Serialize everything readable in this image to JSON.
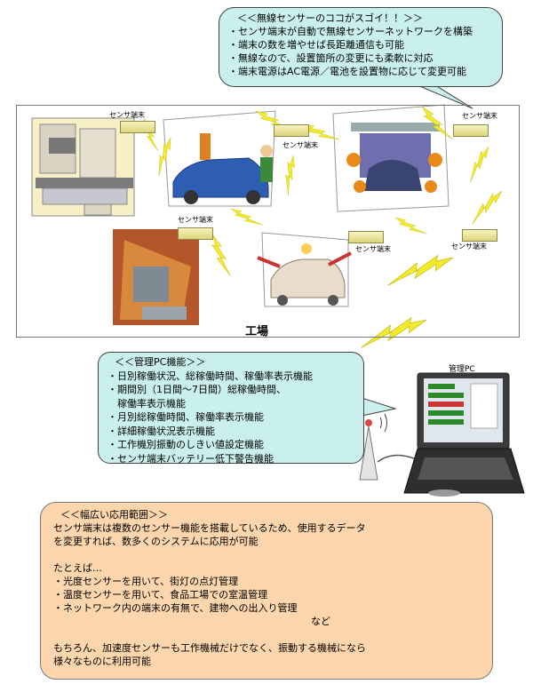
{
  "wireless_callout": {
    "title": "＜＜無線センサーのココがスゴイ！！＞＞",
    "items": [
      "・センサ端末が自動で無線センサーネットワークを構築",
      "・端末の数を増やせば長距離通信も可能",
      "・無線なので、設置箇所の変更にも柔軟に対応",
      "・端末電源はAC電源／電池を設置物に応じて変更可能"
    ]
  },
  "factory": {
    "label": "工場",
    "sensor_label": "センサ端末"
  },
  "pc": {
    "label": "管理PC"
  },
  "pc_callout": {
    "title": "＜＜管理PC機能＞＞",
    "items": [
      "・日別稼働状況、総稼働時間、稼働率表示機能",
      "・期間別（1日間～7日間）総稼働時間、",
      "　稼働率表示機能",
      "・月別総稼働時間、稼働率表示機能",
      "・詳細稼働状況表示機能",
      "・工作機別振動のしきい値設定機能",
      "・センサ端末バッテリー低下警告機能"
    ]
  },
  "applications": {
    "title": "＜＜幅広い応用範囲＞＞",
    "intro_1": "センサ端末は複数のセンサー機能を搭載しているため、使用するデータ",
    "intro_2": "を変更すれば、数多くのシステムに応用が可能",
    "example_lead": "たとえば…",
    "examples": [
      "・光度センサーを用いて、街灯の点灯管理",
      "・温度センサーを用いて、食品工場での室温管理",
      "・ネットワーク内の端末の有無で、建物への出入り管理"
    ],
    "etc": "など",
    "closing_1": "もちろん、加速度センサーも工作機械だけでなく、振動する機械になら",
    "closing_2": "様々なものに利用可能"
  },
  "colors": {
    "callout_fill": "#c9f0ec",
    "app_fill": "#fdd6ae",
    "lightning": "#f2ea2a"
  }
}
